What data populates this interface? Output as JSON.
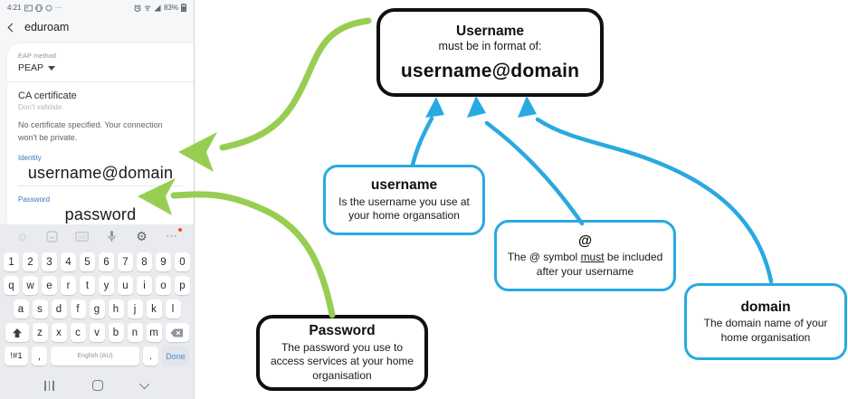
{
  "colors": {
    "callout_blue": "#29a9e1",
    "callout_green": "#97ce52",
    "callout_black": "#101010",
    "label_blue": "#3b78c2"
  },
  "phone": {
    "status": {
      "time": "4:21",
      "battery": "83%"
    },
    "header": {
      "title": "eduroam"
    },
    "form": {
      "eap_label": "EAP method",
      "eap_value": "PEAP",
      "ca_label": "CA certificate",
      "ca_value": "Don't validate",
      "warning": "No certificate specified. Your connection won't be private.",
      "identity_label": "Identity",
      "identity_value": "username@domain",
      "password_label": "Password",
      "password_value": "password"
    },
    "keyboard": {
      "row_numbers": [
        "1",
        "2",
        "3",
        "4",
        "5",
        "6",
        "7",
        "8",
        "9",
        "0"
      ],
      "row_top": [
        "q",
        "w",
        "e",
        "r",
        "t",
        "y",
        "u",
        "i",
        "o",
        "p"
      ],
      "row_mid": [
        "a",
        "s",
        "d",
        "f",
        "g",
        "h",
        "j",
        "k",
        "l"
      ],
      "row_bot": [
        "z",
        "x",
        "c",
        "v",
        "b",
        "n",
        "m"
      ],
      "symbols_key": "!#1",
      "comma_key": ",",
      "space_label": "English (AU)",
      "period_key": ".",
      "done_key": "Done"
    },
    "icons": {
      "smiley": "☺",
      "gear": "⚙",
      "more": "⋯"
    }
  },
  "callouts": {
    "username_format": {
      "title": "Username",
      "subtitle": "must be in format of:",
      "big": "username@domain"
    },
    "username": {
      "title": "username",
      "body": "Is the username you use at your home organsation"
    },
    "at": {
      "title": "@",
      "body_pre": "The @ symbol ",
      "body_underline": "must",
      "body_post": " be included after your username"
    },
    "domain": {
      "title": "domain",
      "body": "The domain name of your home organisation"
    },
    "password": {
      "title": "Password",
      "body": "The password you use to access services at your home organisation"
    }
  }
}
